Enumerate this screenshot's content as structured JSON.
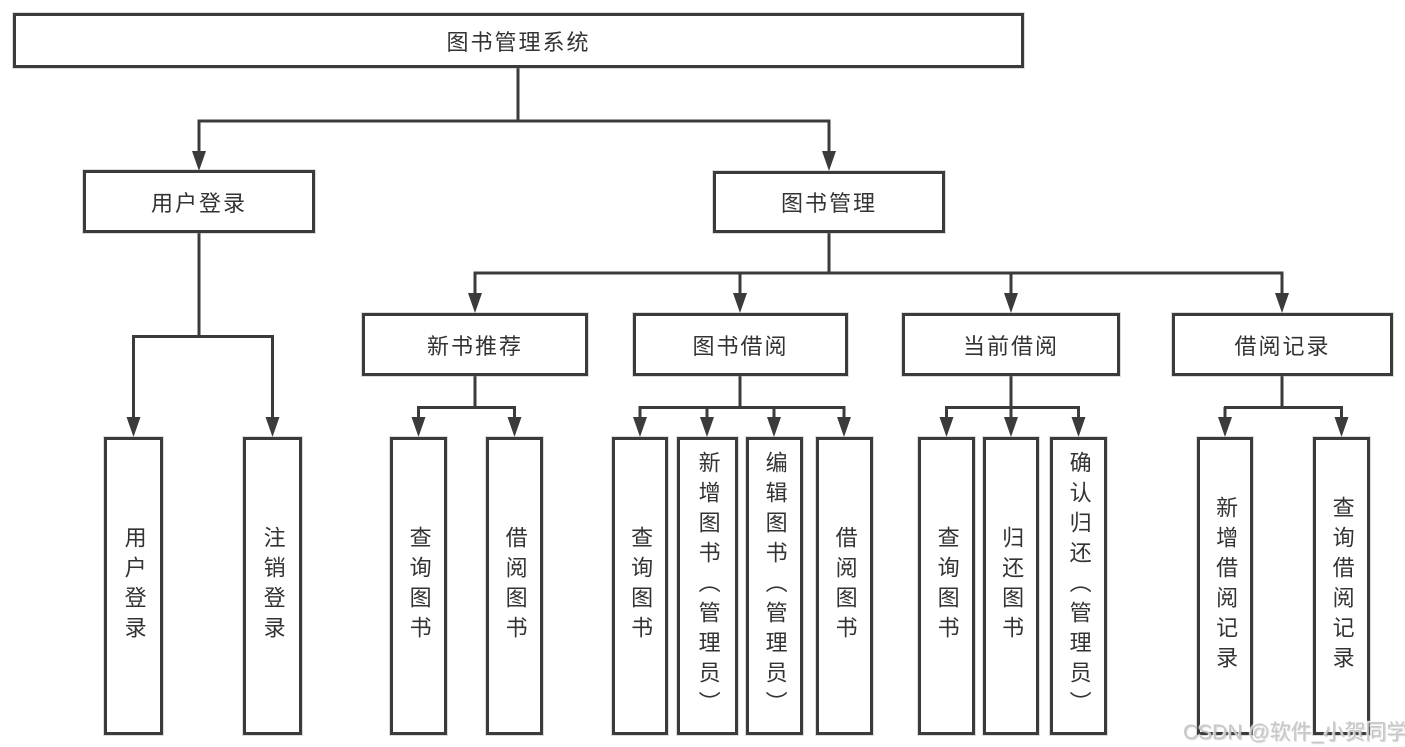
{
  "page": {
    "background": "#ffffff"
  },
  "colors": {
    "line": "#3b3b3b",
    "box_border": "#3b3b3b",
    "text": "#333333",
    "watermark": "#c7c7c7"
  },
  "watermark": {
    "text": "CSDN @软件_小贺同学"
  },
  "tree": {
    "root": {
      "label": "图书管理系统",
      "children": [
        {
          "label": "用户登录",
          "children": [
            {
              "label": "用户登录"
            },
            {
              "label": "注销登录"
            }
          ]
        },
        {
          "label": "图书管理",
          "children": [
            {
              "label": "新书推荐",
              "children": [
                {
                  "label": "查询图书"
                },
                {
                  "label": "借阅图书"
                }
              ]
            },
            {
              "label": "图书借阅",
              "children": [
                {
                  "label": "查询图书"
                },
                {
                  "label": "新增图书（管理员）"
                },
                {
                  "label": "编辑图书（管理员）"
                },
                {
                  "label": "借阅图书"
                }
              ]
            },
            {
              "label": "当前借阅",
              "children": [
                {
                  "label": "查询图书"
                },
                {
                  "label": "归还图书"
                },
                {
                  "label": "确认归还（管理员）"
                }
              ]
            },
            {
              "label": "借阅记录",
              "children": [
                {
                  "label": "新增借阅记录"
                },
                {
                  "label": "查询借阅记录"
                }
              ]
            }
          ]
        }
      ]
    }
  }
}
